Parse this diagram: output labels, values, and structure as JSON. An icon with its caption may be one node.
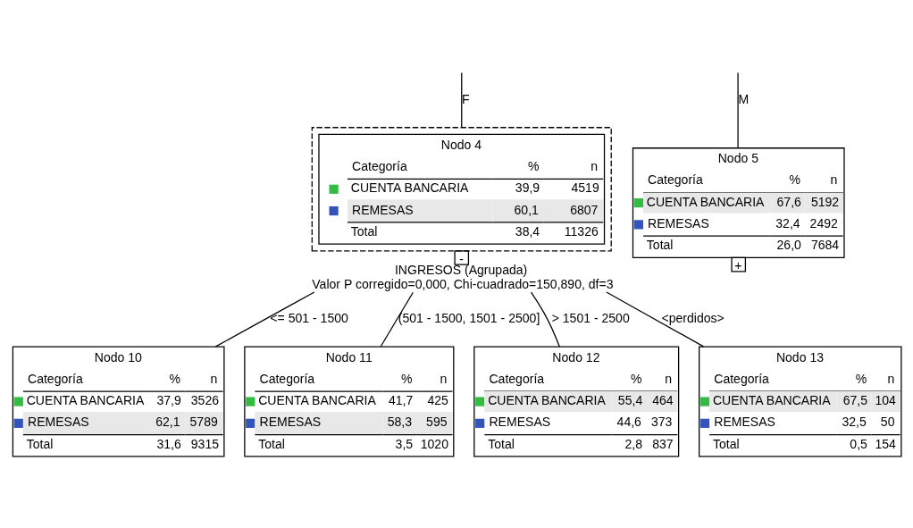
{
  "diagram": {
    "nodes": [
      {
        "text": [
          "Nodo 4",
          "Categoría",
          "%",
          "n",
          "CUENTA BANCARIA",
          "39,9",
          "4519",
          "REMESAS",
          "60,1",
          "6807",
          "Total",
          "38,4",
          "11326"
        ],
        "beside": [
          "-",
          "INGRESOS (Agrupada)",
          "Valor P corregido=0,000, Chi-cuadrado=150,890, df=3"
        ]
      },
      {
        "text": [
          "Nodo 5",
          "Categoría",
          "%",
          "n",
          "CUENTA BANCARIA",
          "67,6",
          "5192",
          "REMESAS",
          "32,4",
          "2492",
          "Total",
          "26,0",
          "7684"
        ],
        "beside": [
          "+"
        ]
      },
      {
        "text": [
          "Nodo 10",
          "Categoría",
          "%",
          "n",
          "CUENTA BANCARIA",
          "37,9",
          "3526",
          "REMESAS",
          "62,1",
          "5789",
          "Total",
          "31,6",
          "9315"
        ]
      },
      {
        "text": [
          "Nodo 11",
          "Categoría",
          "%",
          "n",
          "CUENTA BANCARIA",
          "41,7",
          "425",
          "REMESAS",
          "58,3",
          "595",
          "Total",
          "3,5",
          "1020"
        ]
      },
      {
        "text": [
          "Nodo 12",
          "Categoría",
          "%",
          "n",
          "CUENTA BANCARIA",
          "55,4",
          "464",
          "REMESAS",
          "44,6",
          "373",
          "Total",
          "2,8",
          "837"
        ]
      },
      {
        "text": [
          "Nodo 13",
          "Categoría",
          "%",
          "n",
          "CUENTA BANCARIA",
          "67,5",
          "104",
          "REMESAS",
          "32,5",
          "50",
          "Total",
          "0,5",
          "154"
        ]
      }
    ],
    "edges": [
      {
        "from": null,
        "to": 0,
        "arrow": "none",
        "label": "F"
      },
      {
        "from": null,
        "to": 1,
        "arrow": "none",
        "label": "M"
      },
      {
        "from": 0,
        "to": 2,
        "arrow": "none",
        "label": "<= 501 - 1500"
      },
      {
        "from": 0,
        "to": 3,
        "arrow": "none",
        "label": "(501 - 1500, 1501 - 2500]"
      },
      {
        "from": 0,
        "to": 4,
        "arrow": "none",
        "label": "> 1501 - 2500"
      },
      {
        "from": 0,
        "to": 5,
        "arrow": "none",
        "label": "<perdidos>"
      }
    ]
  }
}
